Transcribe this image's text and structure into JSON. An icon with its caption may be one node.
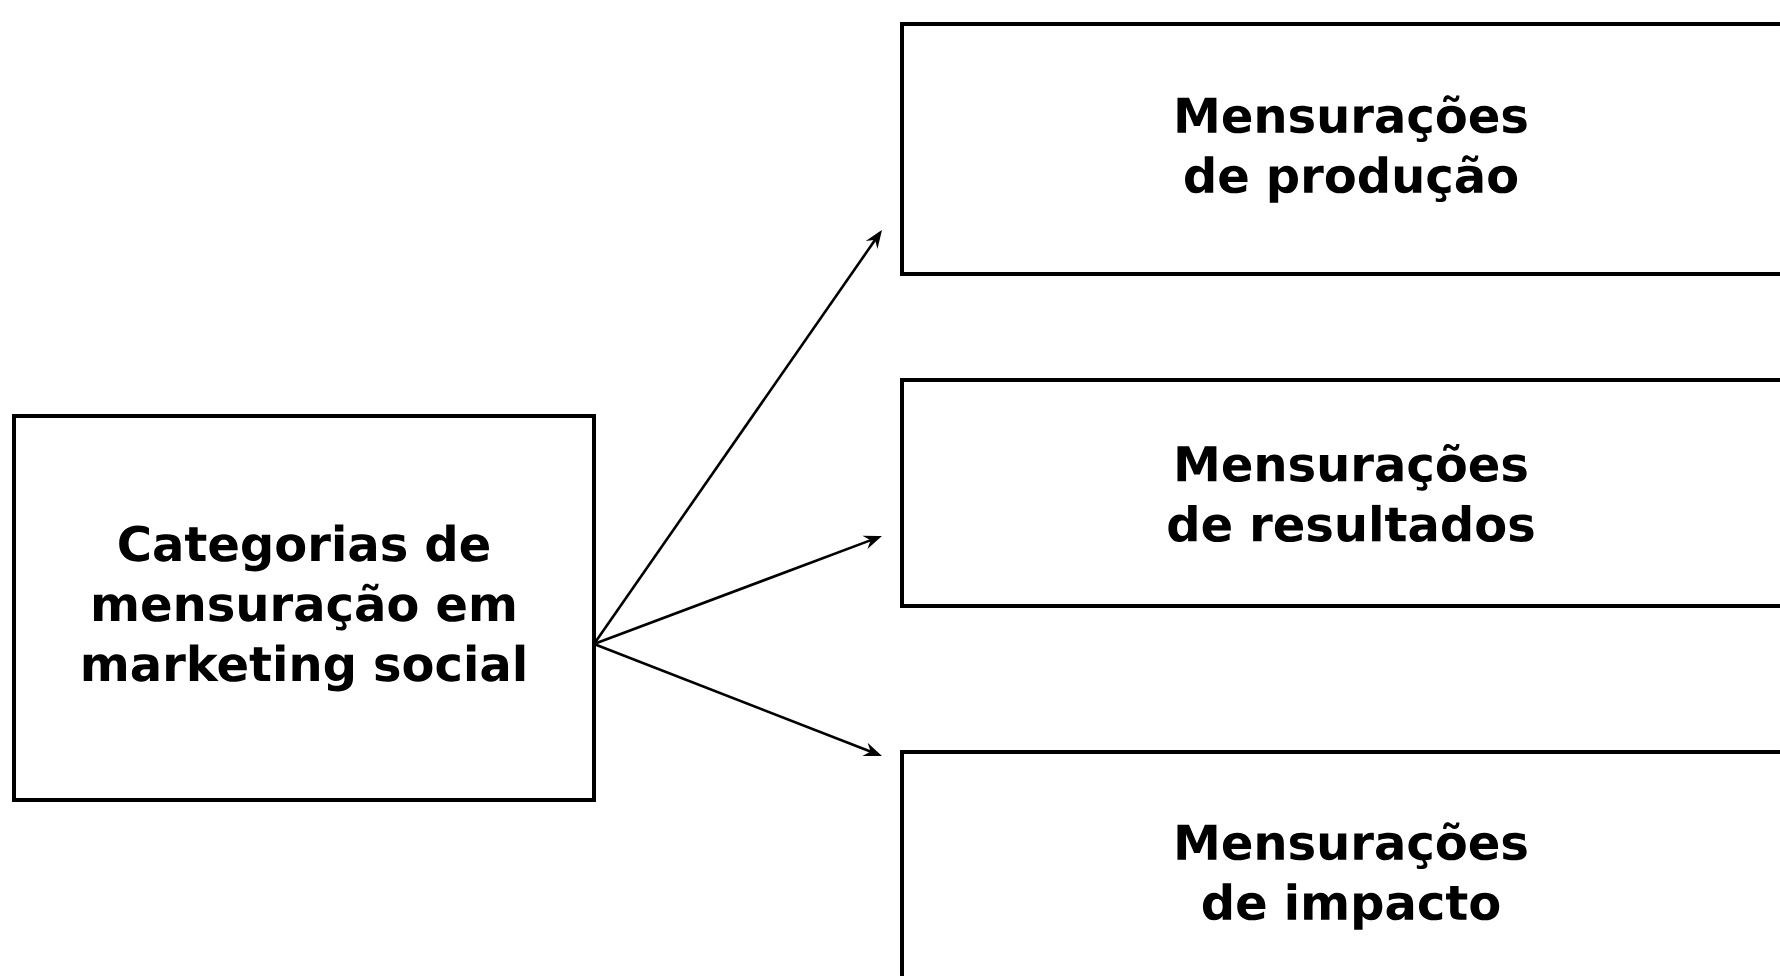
{
  "diagram": {
    "nodes": [
      {
        "text": [
          "Categorias de mensuração em marketing social"
        ]
      },
      {
        "text": [
          "Mensurações de produção"
        ]
      },
      {
        "text": [
          "Mensurações de resultados"
        ]
      },
      {
        "text": [
          "Mensurações de impacto"
        ]
      }
    ],
    "edges": [
      {
        "from": 0,
        "to": 1,
        "arrow": "to"
      },
      {
        "from": 0,
        "to": 2,
        "arrow": "to"
      },
      {
        "from": 0,
        "to": 3,
        "arrow": "to"
      }
    ]
  }
}
